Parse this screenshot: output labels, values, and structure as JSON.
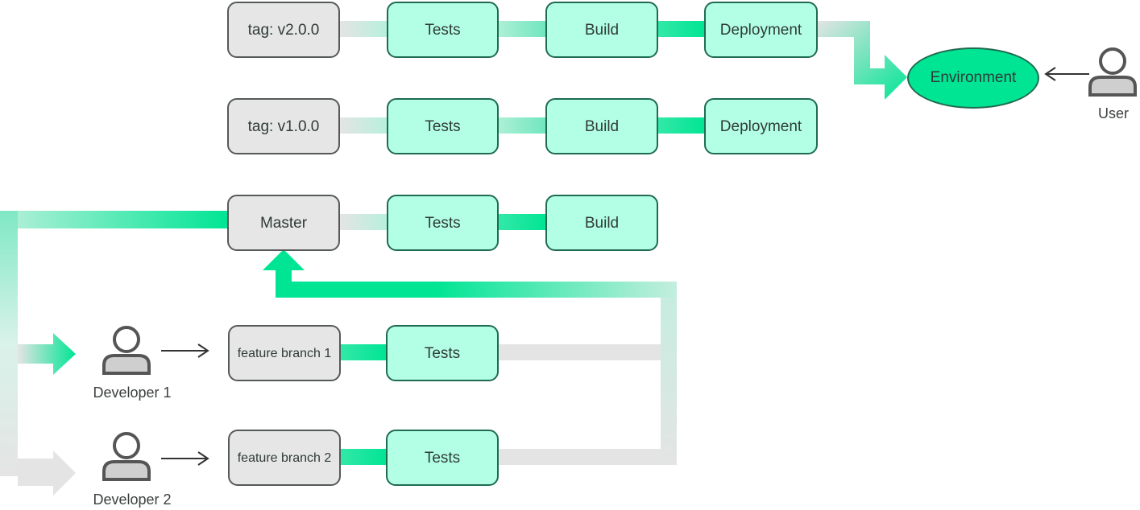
{
  "pipelines": {
    "v2": {
      "tag": "tag: v2.0.0",
      "tests": "Tests",
      "build": "Build",
      "deploy": "Deployment"
    },
    "v1": {
      "tag": "tag: v1.0.0",
      "tests": "Tests",
      "build": "Build",
      "deploy": "Deployment"
    },
    "master": {
      "source": "Master",
      "tests": "Tests",
      "build": "Build"
    },
    "feature1": {
      "branch": "feature branch 1",
      "tests": "Tests"
    },
    "feature2": {
      "branch": "feature branch 2",
      "tests": "Tests"
    }
  },
  "environment": "Environment",
  "actors": {
    "user": "User",
    "developer1": "Developer 1",
    "developer2": "Developer 2"
  },
  "colors": {
    "accent": "#00e594",
    "step_fill": "#b3ffe6",
    "step_border": "#1f6b4f",
    "source_fill": "#e6e6e6",
    "source_border": "#555a58",
    "flow_inactive": "#e4e4e4"
  },
  "icons": [
    "person-icon",
    "arrow-right-icon",
    "arrow-left-icon"
  ]
}
